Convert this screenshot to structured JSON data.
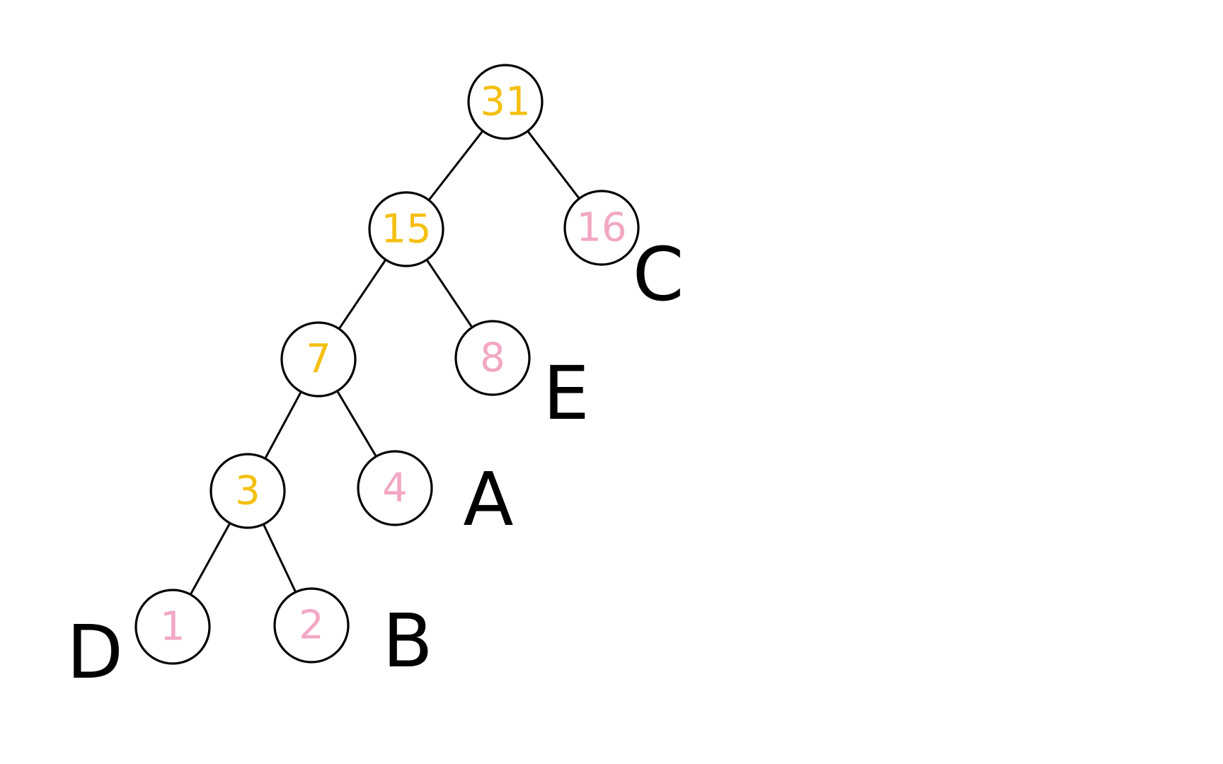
{
  "colors": {
    "internal_value": "#f5bf10",
    "leaf_value": "#f2a7c3",
    "outline": "#000000",
    "label": "#000000"
  },
  "tree": {
    "nodes": [
      {
        "id": "n31",
        "value": "31",
        "kind": "internal"
      },
      {
        "id": "n15",
        "value": "15",
        "kind": "internal"
      },
      {
        "id": "n16",
        "value": "16",
        "kind": "leaf",
        "label": "C"
      },
      {
        "id": "n7",
        "value": "7",
        "kind": "internal"
      },
      {
        "id": "n8",
        "value": "8",
        "kind": "leaf",
        "label": "E"
      },
      {
        "id": "n3",
        "value": "3",
        "kind": "internal"
      },
      {
        "id": "n4",
        "value": "4",
        "kind": "leaf",
        "label": "A"
      },
      {
        "id": "n1",
        "value": "1",
        "kind": "leaf",
        "label": "D"
      },
      {
        "id": "n2",
        "value": "2",
        "kind": "leaf",
        "label": "B"
      }
    ],
    "edges": [
      [
        "n31",
        "n15"
      ],
      [
        "n31",
        "n16"
      ],
      [
        "n15",
        "n7"
      ],
      [
        "n15",
        "n8"
      ],
      [
        "n7",
        "n3"
      ],
      [
        "n7",
        "n4"
      ],
      [
        "n3",
        "n1"
      ],
      [
        "n3",
        "n2"
      ]
    ]
  }
}
